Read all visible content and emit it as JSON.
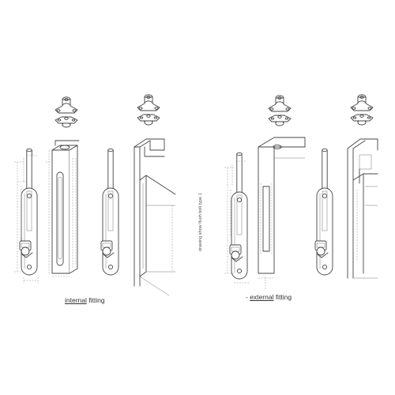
{
  "captions": {
    "internal_prefix": "",
    "internal_underlined": "internal",
    "internal_suffix": " fitting",
    "external_prefix": "- ",
    "external_underlined": "external",
    "external_suffix": " fitting",
    "side_note": "drawing show flush bolt type 1"
  },
  "figures": [
    {
      "id": "fig-internal-dimensioned",
      "group": "internal fitting",
      "kind": "flush bolt with dimensions"
    },
    {
      "id": "fig-internal-mounted",
      "group": "internal fitting",
      "kind": "flush bolt in door edge"
    },
    {
      "id": "fig-external-dimensioned",
      "group": "external fitting",
      "kind": "flush bolt with dimensions"
    },
    {
      "id": "fig-external-mounted",
      "group": "external fitting",
      "kind": "flush bolt on door face"
    }
  ],
  "icons": [
    "keeper-icon"
  ]
}
